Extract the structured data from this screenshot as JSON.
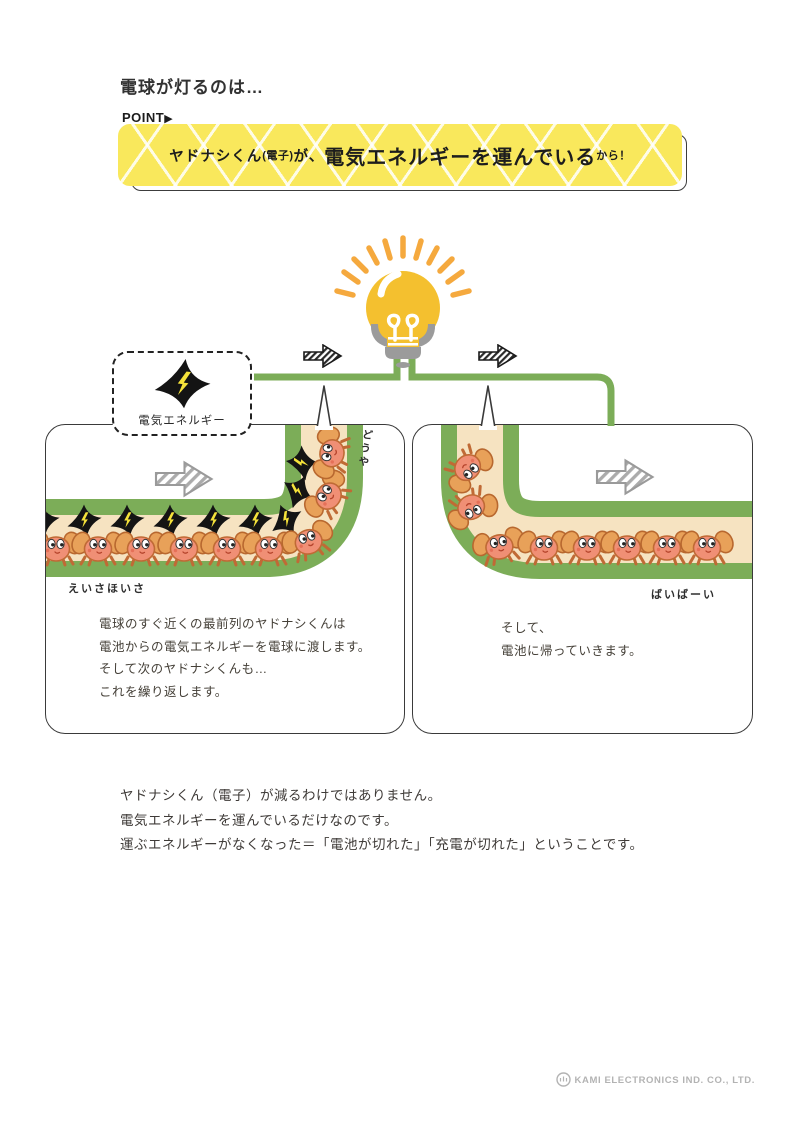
{
  "page": {
    "title": "電球が灯るのは…",
    "point_label": "POINT",
    "point_arrow": "▶"
  },
  "banner": {
    "prefix": "ヤドナシくん",
    "paren": "(電子)",
    "mid": "が、",
    "emphasis": "電気エネルギーを運んでいる",
    "suffix": "から！"
  },
  "energy_tag": {
    "label": "電気エネルギー"
  },
  "left_panel": {
    "chant": "えいさほいさ",
    "vertical_note": "どうや",
    "description_lines": [
      "電球のすぐ近くの最前列のヤドナシくんは",
      "電池からの電気エネルギーを電球に渡します。",
      "そして次のヤドナシくんも…",
      "これを繰り返します。"
    ]
  },
  "right_panel": {
    "farewell": "ばいばーい",
    "description_lines": [
      "そして、",
      "電池に帰っていきます。"
    ]
  },
  "summary": {
    "lines": [
      "ヤドナシくん（電子）が減るわけではありません。",
      "電気エネルギーを運んでいるだけなのです。",
      "運ぶエネルギーがなくなった＝「電池が切れた」「充電が切れた」ということです。"
    ]
  },
  "footer": {
    "company": "KAMI ELECTRONICS IND. CO., LTD."
  },
  "colors": {
    "banner_yellow": "#F9E85C",
    "wire_green": "#7CAD58",
    "path_cream": "#F6E3C1",
    "bulb_yellow": "#F4C02F",
    "ray_orange": "#F5A93E",
    "crab_body": "#F08F75",
    "crab_claw": "#E8A159",
    "energy_star_black": "#141414",
    "bolt_yellow": "#F5E23A",
    "text_dark": "#3F3B38",
    "footer_gray": "#B3B3B3"
  }
}
